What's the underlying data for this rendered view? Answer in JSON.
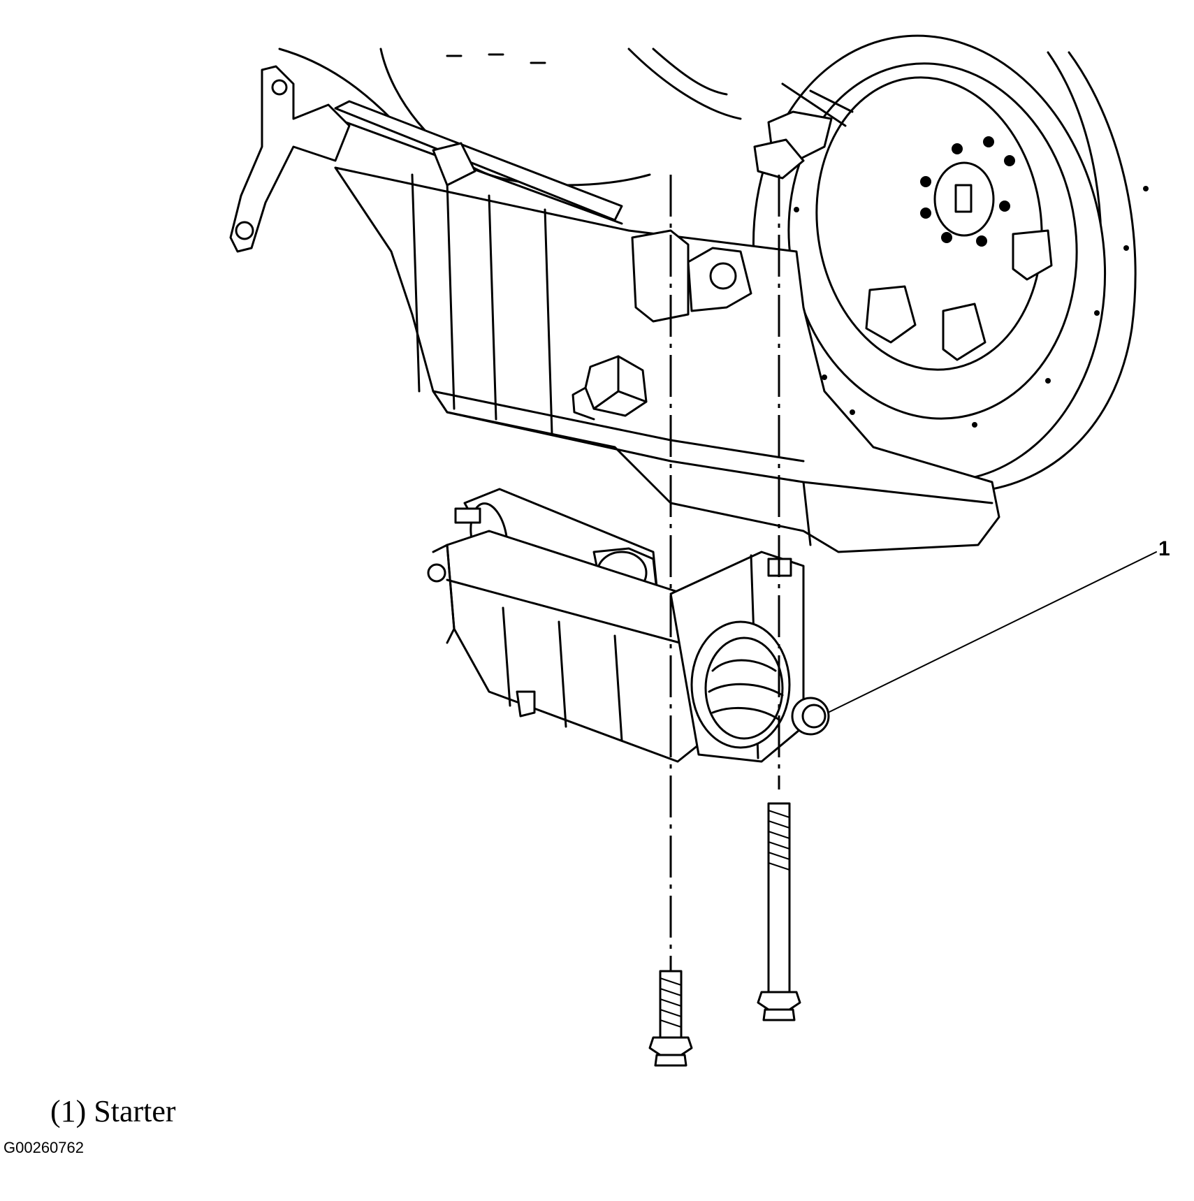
{
  "callouts": [
    {
      "number": "1",
      "label": "Starter"
    }
  ],
  "legend_text": "(1) Starter",
  "figure_id": "G00260762"
}
